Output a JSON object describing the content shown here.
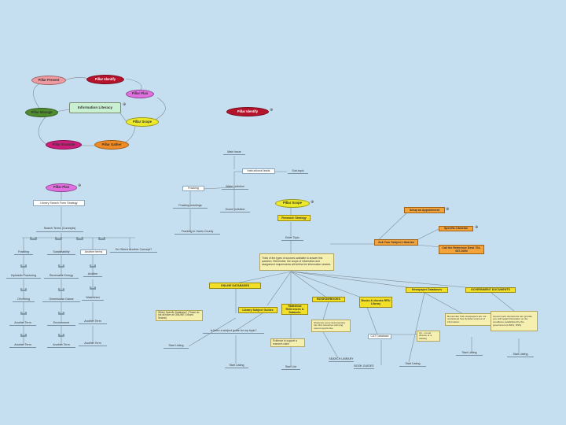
{
  "left_map": {
    "pillar_present": "Pillar Present",
    "pillar_identify": "Pillar Identify",
    "pillar_plan": "Pillar Plan",
    "information_literacy": "Information Literacy",
    "pillar_manage": "Pillar Manage",
    "pillar_scope": "Pillar Scope",
    "pillar_evaluate": "Pillar Evaluate",
    "pillar_gather": "Pillar Gather"
  },
  "identify_node": "Pillar Identify",
  "plan_tree": {
    "root": "Pillar Plan",
    "strategy": "Library Search Form Strategy",
    "search_terms": "Search Terms (Concepts)",
    "badges": [
      "###",
      "###",
      "###",
      "###"
    ],
    "col1": [
      "Fracking",
      "Hydraulic Fracturing",
      "Oil mining",
      "Another Term",
      "Another Term"
    ],
    "col2": [
      "Sustainability",
      "Renewable Energy",
      "Greenhouse Gases",
      "Environment",
      "Another Term"
    ],
    "col3": [
      "Another terms",
      "Another",
      "Watershed",
      "Another Term",
      "Another Term"
    ],
    "col4": "Do Others Another Concept?",
    "mini": [
      "###",
      "###",
      "###",
      "###",
      "###",
      "###",
      "###",
      "###",
      "###",
      "###"
    ]
  },
  "scope_tree": {
    "main_topic": "Main Issue",
    "sub_main": "Instructional leads",
    "sub_topics": "Sub-topic",
    "fracking": "Fracking",
    "water_pollution": "Water pollution",
    "fracking_meetings": "Fracking meetings",
    "ozone_pollution": "Ozone pollution",
    "fracking_county": "Fracking in Harris County",
    "pillar_scope": "Pillar Scope",
    "research_strategy": "Research Strategy",
    "enter_topic": "Enter Topic",
    "think_box": "Think of the types of sources available to answer this question. Remember, the scope of information and assignment requirements will define the information needed.",
    "online_databases": "ONLINE DATABASES",
    "which_db": "Which Specific Database? (These do not all have an ONLINE Ground Search)",
    "start_listing": "Start Listing",
    "library_subject": "Library Subject Guides",
    "is_there": "Is there a subject guide for my topic?",
    "start_listing2": "Start Listing",
    "statistical": "Statistical References & Datasets",
    "evidence_box": "Evidence to support a research claim",
    "start_list3": "Start List",
    "books": "BOOKS/EBOOKS",
    "shortcuts_box": "Shortcuts every documentary can find resources carrying recent reports like",
    "search_library": "SEARCH LIBRARY",
    "books_ebooks_rd": "Books & ebooks RRU Library",
    "catalog": "CAT Database",
    "ill_note": "ILL - a new chance or a catalog",
    "book_guides": "BOOK GUIDES",
    "start_listing4": "Start Listing",
    "setup_appt": "Setup an Appointment",
    "ask_librarian": "Ask Your Subject Librarian",
    "specific_librarian": "Specific Librarian",
    "call_reference": "Call the Reference Desk 704-687-0494",
    "newspaper": "Newspaper Databases",
    "government": "GOVERNMENT DOCUMENTS",
    "remember_box": "Remember that newspapers are not considered free Scholar sources of information",
    "start_listing5": "Start Listing",
    "gov_box": "Government documents can provide you with legal information on the conditions established by the government (LINKS, RSS)",
    "start_listing6": "Start Listing"
  },
  "colors": {
    "background": "#c6dff0",
    "pillar_present": "#ef9aa0",
    "pillar_identify": "#b5122b",
    "pillar_plan": "#e06fe0",
    "information_literacy": "#c9f0d2",
    "pillar_manage": "#4e8b2e",
    "pillar_scope": "#ece82a",
    "pillar_evaluate": "#cc1d7a",
    "pillar_gather": "#f08a24"
  }
}
